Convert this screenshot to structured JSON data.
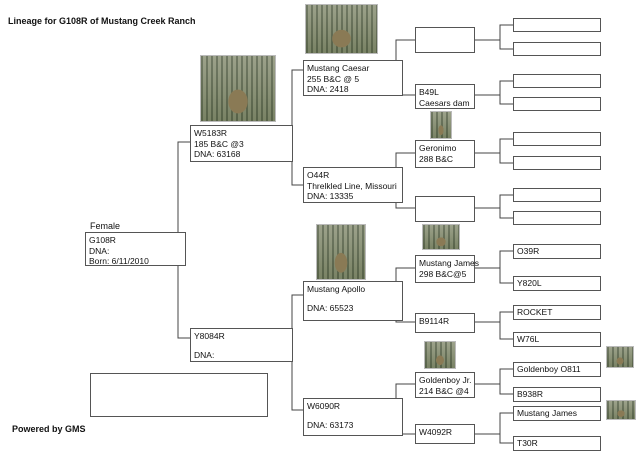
{
  "title": "Lineage for G108R of Mustang Creek Ranch",
  "powered": "Powered by GMS",
  "subject": {
    "heading": "Female",
    "name": "G108R",
    "dna": "DNA:",
    "born": "Born: 6/11/2010"
  },
  "sire": {
    "name": "W5183R",
    "score": "185 B&C @3",
    "dna": "DNA: 63168"
  },
  "dam": {
    "name": "Y8084R",
    "dna": "DNA:"
  },
  "ss": {
    "name": "Mustang Caesar",
    "score": "255 B&C @ 5",
    "dna": "DNA: 2418"
  },
  "sd": {
    "name": "O44R",
    "line": "Threlkled Line, Missouri",
    "dna": "DNA: 13335"
  },
  "ds": {
    "name": "Mustang Apollo",
    "dna": "DNA: 65523"
  },
  "dd": {
    "name": "W6090R",
    "dna": "DNA: 63173"
  },
  "gen3": {
    "ssd": {
      "name": "B49L",
      "note": "Caesars dam"
    },
    "sds": {
      "name": "Geronimo",
      "score": "288 B&C"
    },
    "dss": {
      "name": "Mustang James",
      "score": "298 B&C@5"
    },
    "dsd": {
      "name": "B9114R"
    },
    "dds": {
      "name": "Goldenboy Jr.",
      "score": "214 B&C @4"
    },
    "ddd": {
      "name": "W4092R"
    }
  },
  "gen4": {
    "dsss": "O39R",
    "dssd": "Y820L",
    "dsds": "ROCKET",
    "dsdd": "W76L",
    "ddss": "Goldenboy O811",
    "ddsd": "B938R",
    "ddds": "Mustang James",
    "dddd": "T30R"
  },
  "colors": {
    "line": "#444444",
    "border": "#555555"
  }
}
